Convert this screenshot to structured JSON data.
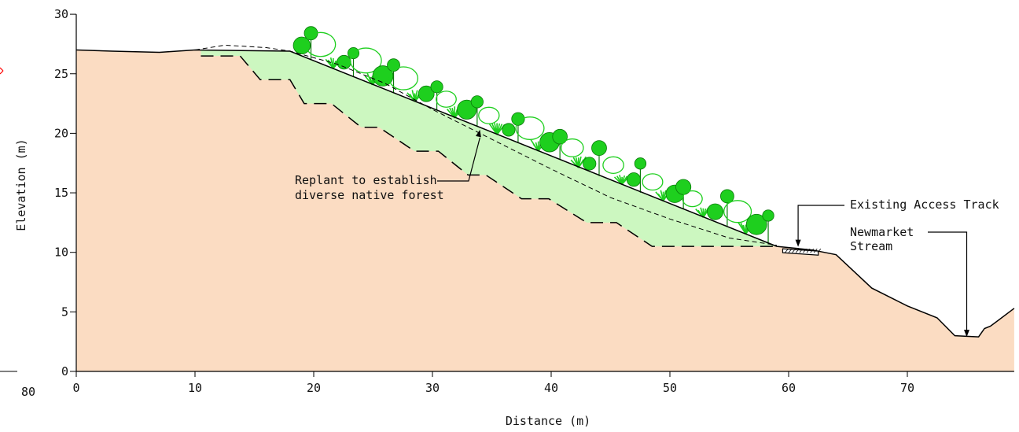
{
  "chart_data": {
    "type": "area",
    "xlabel": "Distance (m)",
    "ylabel": "Elevation (m)",
    "xlim": [
      0,
      79
    ],
    "ylim": [
      0,
      30
    ],
    "x_ticks": [
      0,
      10,
      20,
      30,
      40,
      50,
      60,
      70
    ],
    "y_ticks": [
      0,
      5,
      10,
      15,
      20,
      25,
      30
    ],
    "edge_label": "80",
    "ground_profile": {
      "x": [
        0,
        3,
        7,
        10,
        18,
        59,
        62,
        64,
        67,
        70,
        72.5,
        74,
        76,
        76.5,
        77,
        79
      ],
      "y": [
        27,
        26.9,
        26.8,
        27,
        26.9,
        10.5,
        10.2,
        9.8,
        7,
        5.5,
        4.5,
        3,
        2.9,
        3.6,
        3.8,
        5.3
      ]
    },
    "original_profile_dashed": {
      "x": [
        10,
        12.5,
        16,
        18,
        22,
        26,
        30,
        35,
        40,
        45,
        50,
        55,
        59
      ],
      "y": [
        27,
        27.4,
        27.2,
        26.9,
        25.8,
        24.2,
        22,
        19.5,
        17,
        14.6,
        12.8,
        11.2,
        10.6
      ]
    },
    "excavation_benches": {
      "x": [
        10.5,
        13.8,
        15.5,
        18,
        19.2,
        21.5,
        24,
        25.5,
        28.5,
        30.5,
        33,
        34.5,
        37.5,
        39.8,
        43,
        45.5,
        48.5,
        50.5,
        59
      ],
      "y": [
        26.5,
        26.5,
        24.5,
        24.5,
        22.5,
        22.5,
        20.5,
        20.5,
        18.5,
        18.5,
        16.5,
        16.5,
        14.5,
        14.5,
        12.5,
        12.5,
        10.5,
        10.5,
        10.5
      ]
    },
    "access_track": {
      "x": [
        59.5,
        62.5
      ],
      "y": [
        10.3,
        10.1
      ]
    },
    "annotations": [
      {
        "id": "replant",
        "lines": [
          "Replant to establish",
          "diverse native forest"
        ],
        "target": [
          34,
          20.3
        ]
      },
      {
        "id": "track",
        "lines": [
          "Existing Access Track"
        ],
        "target": [
          60.8,
          10.6
        ]
      },
      {
        "id": "stream",
        "lines": [
          "Newmarket",
          "Stream"
        ],
        "target": [
          75,
          2.9
        ]
      }
    ],
    "colors": {
      "ground": "#fbdcc2",
      "fill_zone": "#ccf7c0",
      "vegetation": "#1ecf1e",
      "line": "#000000",
      "edge_tick": "#ff0000"
    }
  }
}
